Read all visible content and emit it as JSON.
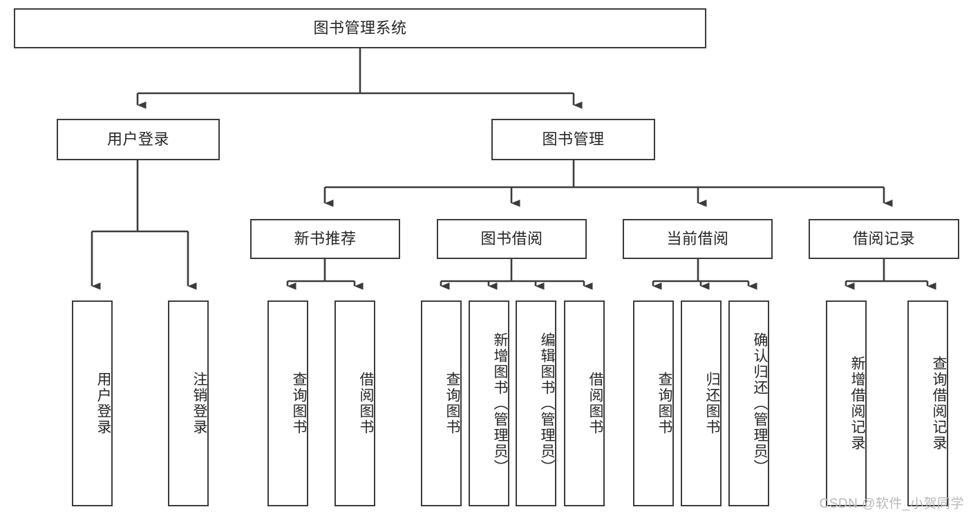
{
  "diagram": {
    "title_node": {
      "label": "图书管理系统"
    },
    "level2": [
      {
        "label": "用户登录"
      },
      {
        "label": "图书管理"
      }
    ],
    "level3": [
      {
        "label": "新书推荐"
      },
      {
        "label": "图书借阅"
      },
      {
        "label": "当前借阅"
      },
      {
        "label": "借阅记录"
      }
    ],
    "leaves": {
      "user_login": [
        {
          "label": "用户登录"
        },
        {
          "label": "注销登录"
        }
      ],
      "new_book_recommend": [
        {
          "label": "查询图书"
        },
        {
          "label": "借阅图书"
        }
      ],
      "book_borrow": [
        {
          "label": "查询图书"
        },
        {
          "label": "新增图书（管理员）"
        },
        {
          "label": "编辑图书（管理员）"
        },
        {
          "label": "借阅图书"
        }
      ],
      "current_borrow": [
        {
          "label": "查询图书"
        },
        {
          "label": "归还图书"
        },
        {
          "label": "确认归还（管理员）"
        }
      ],
      "borrow_records": [
        {
          "label": "新增借阅记录"
        },
        {
          "label": "查询借阅记录"
        }
      ]
    }
  },
  "watermark": {
    "text": "CSDN @软件_小贺同学"
  },
  "colors": {
    "stroke": "#3b3b3b",
    "text": "#262626",
    "background": "#ffffff",
    "watermark": "#b9b9b9"
  }
}
